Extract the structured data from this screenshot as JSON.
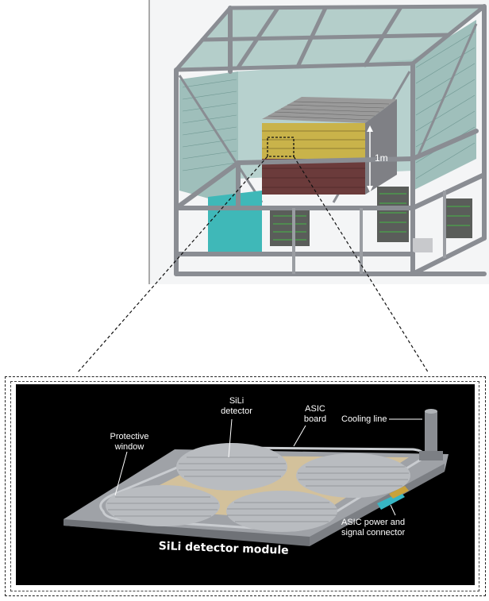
{
  "top_figure": {
    "scale_label": "1m"
  },
  "module": {
    "title": "SiLi detector module",
    "labels": {
      "sili_detector": "SiLi\ndetector",
      "asic_board": "ASIC\nboard",
      "cooling_line": "Cooling line",
      "protective_window": "Protective\nwindow",
      "asic_connector": "ASIC power and\nsignal connector"
    }
  },
  "colors": {
    "frame": "#8a8d93",
    "frame_dark": "#5b5e63",
    "panel_teal": "#8fb5b0",
    "box_cyan": "#3fb8b8",
    "stack_red": "#6b3b3b",
    "stack_yellow": "#c9b34a",
    "board_beige": "#d8c49a",
    "wafer_gray": "#b9bcc0",
    "connector_cyan": "#37b6c4"
  }
}
